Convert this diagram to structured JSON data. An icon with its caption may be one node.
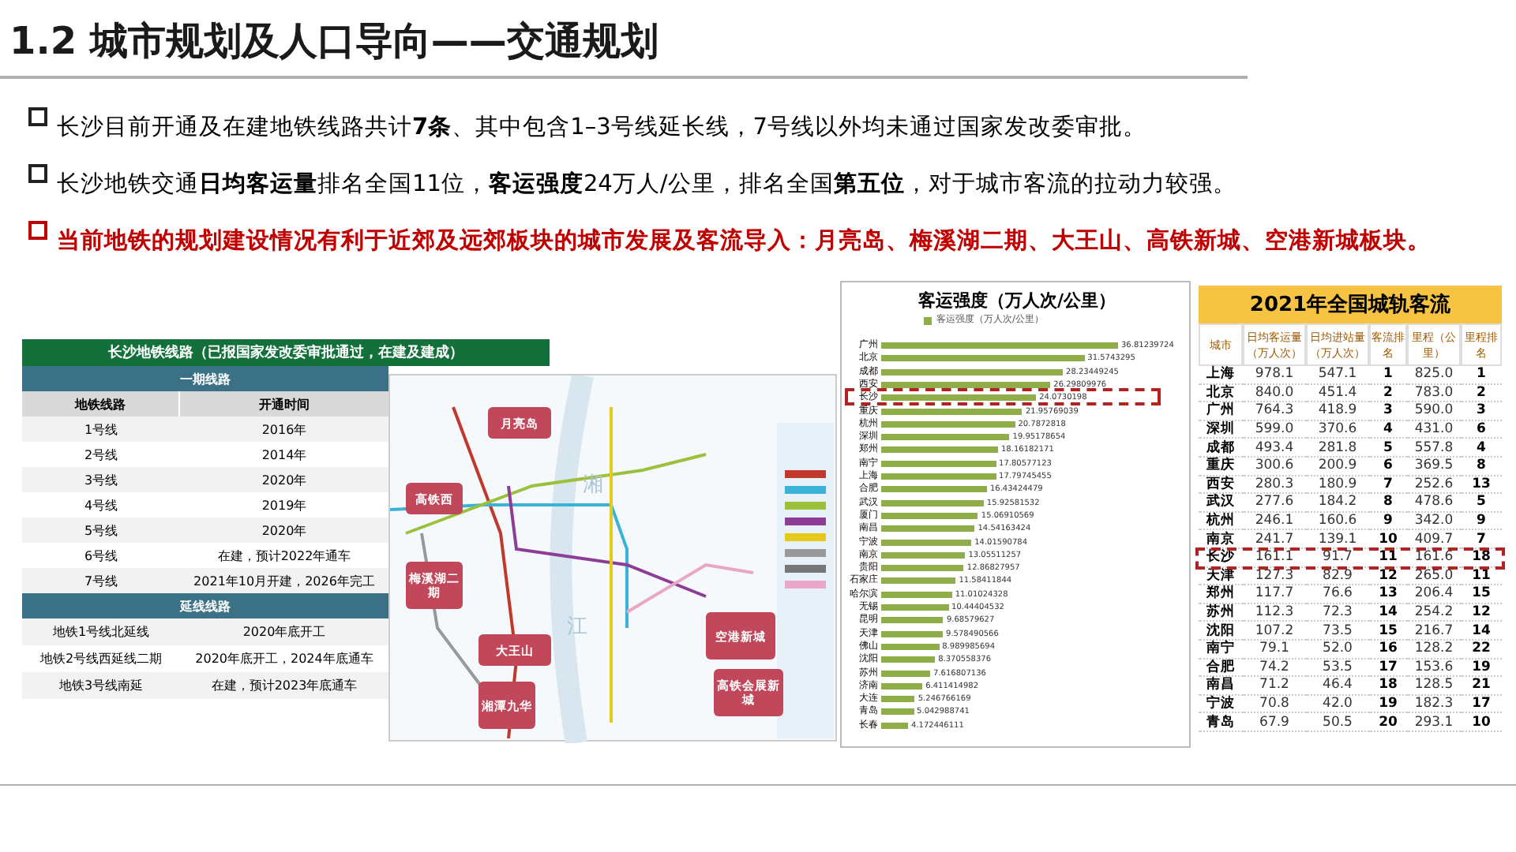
{
  "diagram": {
    "title": "1.2 城市规划及人口导向——交通规划",
    "nodes": [
      {
        "text": [
          "月亮岛"
        ]
      },
      {
        "text": [
          "高铁西"
        ]
      },
      {
        "text": [
          "梅溪湖二期"
        ]
      },
      {
        "text": [
          "大王山"
        ]
      },
      {
        "text": [
          "湘潭九华"
        ]
      },
      {
        "text": [
          "空港新城"
        ]
      },
      {
        "text": [
          "高铁会展新城"
        ]
      }
    ],
    "labels": [
      "长沙目前开通及在建地铁线路共计**7条**、其中包含1–3号线延长线，7号线以外均未通过国家发改委审批。",
      "长沙地铁交通**日均客运量**排名全国11位，**客运强度**24万人/公里，排名全国**第五位**，对于城市客流的拉动力较强。",
      "当前地铁的规划建设情况有利于近郊及远郊板块的城市发展及客流导入：月亮岛、梅溪湖二期、大王山、高铁新城、空港新城板块。",
      "长沙地铁线路（已报国家发改委审批通过，在建及建成）",
      "一期线路",
      "地铁线路",
      "开通时间",
      "1号线",
      "2016年",
      "2号线",
      "2014年",
      "3号线",
      "2020年",
      "4号线",
      "2019年",
      "5号线",
      "2020年",
      "6号线",
      "在建，预计2022年通车",
      "7号线",
      "2021年10月开建，2026年完工",
      "延线线路",
      "地铁1号线北延线",
      "2020年底开工",
      "地铁2号线西延线二期",
      "2020年底开工，2024年底通车",
      "地铁3号线南延",
      "在建，预计2023年底通车",
      "2021年全国城轨客流",
      "城市",
      "日均客运量（万人次）",
      "日均进站量（万人次）",
      "客流排名",
      "里程（公里）",
      "里程排名",
      "上海",
      "978.1",
      "547.1",
      "1",
      "825.0",
      "1",
      "北京",
      "840.0",
      "451.4",
      "2",
      "783.0",
      "2",
      "广州",
      "764.3",
      "418.9",
      "3",
      "590.0",
      "3",
      "深圳",
      "599.0",
      "370.6",
      "4",
      "431.0",
      "6",
      "成都",
      "493.4",
      "281.8",
      "5",
      "557.8",
      "4",
      "重庆",
      "300.6",
      "200.9",
      "6",
      "369.5",
      "8",
      "西安",
      "280.3",
      "180.9",
      "7",
      "252.6",
      "13",
      "武汉",
      "277.6",
      "184.2",
      "8",
      "478.6",
      "5",
      "杭州",
      "246.1",
      "160.6",
      "9",
      "342.0",
      "9",
      "南京",
      "241.7",
      "139.1",
      "10",
      "409.7",
      "7",
      "长沙",
      "161.1",
      "91.7",
      "11",
      "161.6",
      "18",
      "天津",
      "127.3",
      "82.9",
      "12",
      "265.0",
      "11",
      "郑州",
      "117.7",
      "76.6",
      "13",
      "206.4",
      "15",
      "苏州",
      "112.3",
      "72.3",
      "14",
      "254.2",
      "12",
      "沈阳",
      "107.2",
      "73.5",
      "15",
      "216.7",
      "14",
      "南宁",
      "79.1",
      "52.0",
      "16",
      "128.2",
      "22",
      "合肥",
      "74.2",
      "53.5",
      "17",
      "153.6",
      "19",
      "南昌",
      "71.2",
      "46.4",
      "18",
      "128.5",
      "21",
      "宁波",
      "70.8",
      "42.0",
      "19",
      "182.3",
      "17",
      "青岛",
      "67.9",
      "50.5",
      "20",
      "293.1",
      "10",
      "湘",
      "江"
    ],
    "legend": [
      {
        "text": "客运强度（万人次/公里）",
        "color": "#8fae4a"
      }
    ],
    "chart_data": {
      "type": "bar",
      "orientation": "horizontal",
      "title": "客运强度（万人次/公里）",
      "data_labels": true,
      "categories": [
        "广州",
        "北京",
        "成都",
        "西安",
        "长沙",
        "重庆",
        "杭州",
        "深圳",
        "郑州",
        "南宁",
        "上海",
        "合肥",
        "武汉",
        "厦门",
        "南昌",
        "宁波",
        "南京",
        "贵阳",
        "石家庄",
        "哈尔滨",
        "无锡",
        "昆明",
        "天津",
        "佛山",
        "沈阳",
        "苏州",
        "济南",
        "大连",
        "青岛",
        "长春"
      ],
      "series": [
        {
          "color": "#8fae4a",
          "values": [
            36.81239724,
            31.5743295,
            28.23449245,
            26.29809976,
            24.0730198,
            21.95769039,
            20.7872818,
            19.95178654,
            18.16182171,
            17.80577123,
            17.79745455,
            16.43424479,
            15.92581532,
            15.06910569,
            14.54163424,
            14.01590784,
            13.05511257,
            12.86827957,
            11.58411844,
            11.01024328,
            10.44404532,
            9.68579627,
            9.578490566,
            8.989985694,
            8.370558376,
            7.616807136,
            6.411414982,
            5.246766169,
            5.042988741,
            4.172446111
          ]
        }
      ]
    }
  }
}
